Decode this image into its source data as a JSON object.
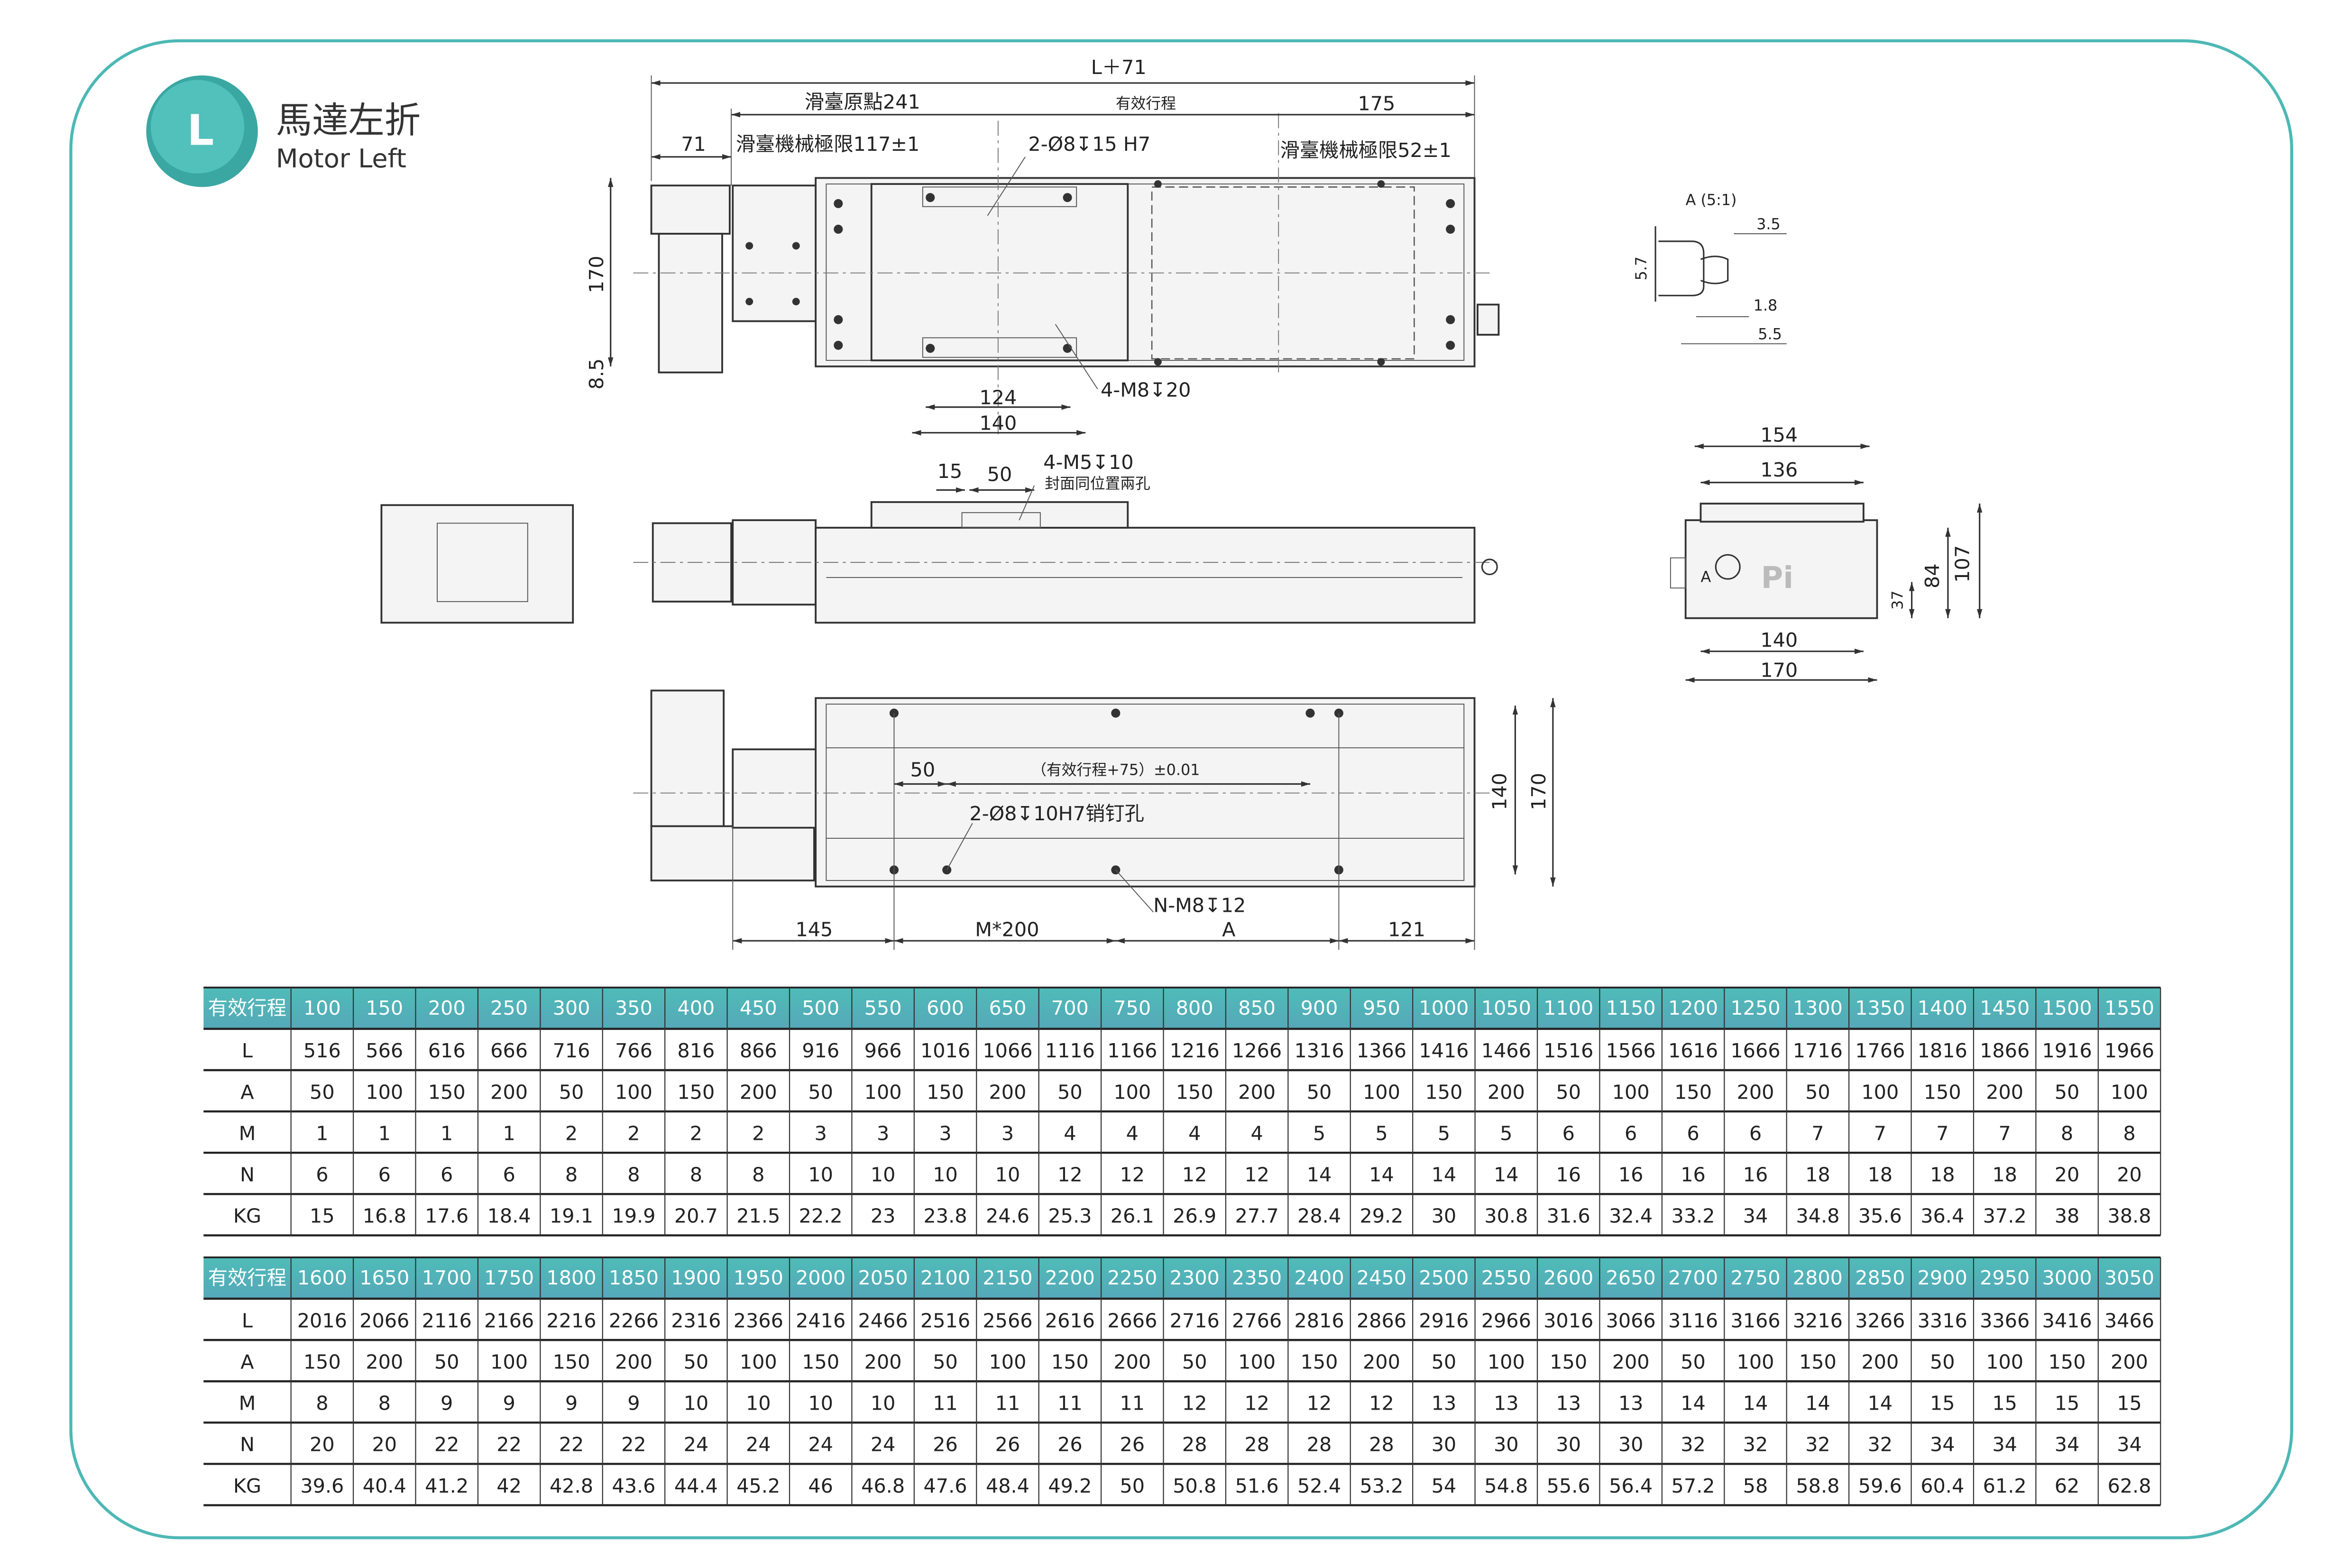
{
  "header": {
    "badge_letter": "L",
    "title_cn": "馬達左折",
    "title_en": "Motor Left"
  },
  "colors": {
    "accent": "#4db8b5",
    "header_fill": "#4fb3b6"
  },
  "top_view": {
    "overall": "L＋71",
    "slide_origin": "滑臺原點241",
    "effective_stroke": "有效行程",
    "right_len": "175",
    "motor_offset": "71",
    "mech_limit_left": "滑臺機械極限117±1",
    "pin_holes": "2-Ø8↧15  H7",
    "mech_limit_right": "滑臺機械極限52±1",
    "height": "170",
    "offset": "8.5",
    "hole_span_inner": "124",
    "hole_span_outer": "140",
    "tapped_holes": "4-M8↧20"
  },
  "detail_a": {
    "title": "A (5:1)",
    "d1": "3.5",
    "d2": "5.7",
    "d3": "1.8",
    "d4": "5.5"
  },
  "side_view": {
    "d15": "15",
    "d50": "50",
    "holes": "4-M5↧10",
    "holes_note": "封面同位置兩孔"
  },
  "end_view": {
    "w154": "154",
    "w136": "136",
    "w140": "140",
    "w170": "170",
    "h84": "84",
    "h107": "107",
    "h37": "37",
    "logo": "Pi",
    "marker": "A"
  },
  "bottom_view": {
    "d50": "50",
    "stroke_tol": "（有效行程+75）±0.01",
    "pin_holes": "2-Ø8↧10H7销钉孔",
    "h140": "140",
    "h170": "170",
    "d145": "145",
    "pitch": "M*200",
    "tapped": "N-M8↧12",
    "a": "A",
    "d121": "121"
  },
  "tables": [
    {
      "header_label": "有效行程",
      "strokes": [
        "100",
        "150",
        "200",
        "250",
        "300",
        "350",
        "400",
        "450",
        "500",
        "550",
        "600",
        "650",
        "700",
        "750",
        "800",
        "850",
        "900",
        "950",
        "1000",
        "1050",
        "1100",
        "1150",
        "1200",
        "1250",
        "1300",
        "1350",
        "1400",
        "1450",
        "1500",
        "1550"
      ],
      "rows": [
        {
          "label": "L",
          "values": [
            "516",
            "566",
            "616",
            "666",
            "716",
            "766",
            "816",
            "866",
            "916",
            "966",
            "1016",
            "1066",
            "1116",
            "1166",
            "1216",
            "1266",
            "1316",
            "1366",
            "1416",
            "1466",
            "1516",
            "1566",
            "1616",
            "1666",
            "1716",
            "1766",
            "1816",
            "1866",
            "1916",
            "1966"
          ]
        },
        {
          "label": "A",
          "values": [
            "50",
            "100",
            "150",
            "200",
            "50",
            "100",
            "150",
            "200",
            "50",
            "100",
            "150",
            "200",
            "50",
            "100",
            "150",
            "200",
            "50",
            "100",
            "150",
            "200",
            "50",
            "100",
            "150",
            "200",
            "50",
            "100",
            "150",
            "200",
            "50",
            "100"
          ]
        },
        {
          "label": "M",
          "values": [
            "1",
            "1",
            "1",
            "1",
            "2",
            "2",
            "2",
            "2",
            "3",
            "3",
            "3",
            "3",
            "4",
            "4",
            "4",
            "4",
            "5",
            "5",
            "5",
            "5",
            "6",
            "6",
            "6",
            "6",
            "7",
            "7",
            "7",
            "7",
            "8",
            "8"
          ]
        },
        {
          "label": "N",
          "values": [
            "6",
            "6",
            "6",
            "6",
            "8",
            "8",
            "8",
            "8",
            "10",
            "10",
            "10",
            "10",
            "12",
            "12",
            "12",
            "12",
            "14",
            "14",
            "14",
            "14",
            "16",
            "16",
            "16",
            "16",
            "18",
            "18",
            "18",
            "18",
            "20",
            "20"
          ]
        },
        {
          "label": "KG",
          "values": [
            "15",
            "16.8",
            "17.6",
            "18.4",
            "19.1",
            "19.9",
            "20.7",
            "21.5",
            "22.2",
            "23",
            "23.8",
            "24.6",
            "25.3",
            "26.1",
            "26.9",
            "27.7",
            "28.4",
            "29.2",
            "30",
            "30.8",
            "31.6",
            "32.4",
            "33.2",
            "34",
            "34.8",
            "35.6",
            "36.4",
            "37.2",
            "38",
            "38.8"
          ]
        }
      ]
    },
    {
      "header_label": "有效行程",
      "strokes": [
        "1600",
        "1650",
        "1700",
        "1750",
        "1800",
        "1850",
        "1900",
        "1950",
        "2000",
        "2050",
        "2100",
        "2150",
        "2200",
        "2250",
        "2300",
        "2350",
        "2400",
        "2450",
        "2500",
        "2550",
        "2600",
        "2650",
        "2700",
        "2750",
        "2800",
        "2850",
        "2900",
        "2950",
        "3000",
        "3050"
      ],
      "rows": [
        {
          "label": "L",
          "values": [
            "2016",
            "2066",
            "2116",
            "2166",
            "2216",
            "2266",
            "2316",
            "2366",
            "2416",
            "2466",
            "2516",
            "2566",
            "2616",
            "2666",
            "2716",
            "2766",
            "2816",
            "2866",
            "2916",
            "2966",
            "3016",
            "3066",
            "3116",
            "3166",
            "3216",
            "3266",
            "3316",
            "3366",
            "3416",
            "3466"
          ]
        },
        {
          "label": "A",
          "values": [
            "150",
            "200",
            "50",
            "100",
            "150",
            "200",
            "50",
            "100",
            "150",
            "200",
            "50",
            "100",
            "150",
            "200",
            "50",
            "100",
            "150",
            "200",
            "50",
            "100",
            "150",
            "200",
            "50",
            "100",
            "150",
            "200",
            "50",
            "100",
            "150",
            "200"
          ]
        },
        {
          "label": "M",
          "values": [
            "8",
            "8",
            "9",
            "9",
            "9",
            "9",
            "10",
            "10",
            "10",
            "10",
            "11",
            "11",
            "11",
            "11",
            "12",
            "12",
            "12",
            "12",
            "13",
            "13",
            "13",
            "13",
            "14",
            "14",
            "14",
            "14",
            "15",
            "15",
            "15",
            "15"
          ]
        },
        {
          "label": "N",
          "values": [
            "20",
            "20",
            "22",
            "22",
            "22",
            "22",
            "24",
            "24",
            "24",
            "24",
            "26",
            "26",
            "26",
            "26",
            "28",
            "28",
            "28",
            "28",
            "30",
            "30",
            "30",
            "30",
            "32",
            "32",
            "32",
            "32",
            "34",
            "34",
            "34",
            "34"
          ]
        },
        {
          "label": "KG",
          "values": [
            "39.6",
            "40.4",
            "41.2",
            "42",
            "42.8",
            "43.6",
            "44.4",
            "45.2",
            "46",
            "46.8",
            "47.6",
            "48.4",
            "49.2",
            "50",
            "50.8",
            "51.6",
            "52.4",
            "53.2",
            "54",
            "54.8",
            "55.6",
            "56.4",
            "57.2",
            "58",
            "58.8",
            "59.6",
            "60.4",
            "61.2",
            "62",
            "62.8"
          ]
        }
      ]
    }
  ]
}
